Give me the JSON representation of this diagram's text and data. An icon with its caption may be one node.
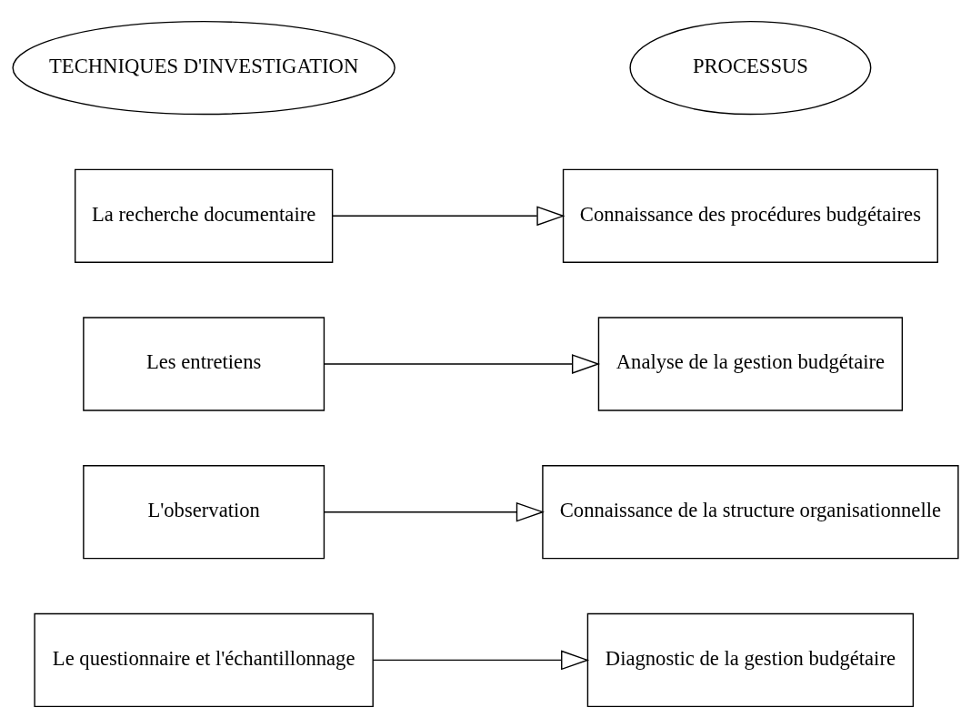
{
  "diagram": {
    "nodes": [
      {
        "text": [
          "TECHNIQUES D'INVESTIGATION"
        ]
      },
      {
        "text": [
          "PROCESSUS"
        ]
      },
      {
        "text": [
          "La recherche documentaire"
        ]
      },
      {
        "text": [
          "Connaissance des procédures budgétaires"
        ]
      },
      {
        "text": [
          "Les entretiens"
        ]
      },
      {
        "text": [
          "Analyse de la gestion budgétaire"
        ]
      },
      {
        "text": [
          "L'observation"
        ]
      },
      {
        "text": [
          "Connaissance de la structure organisationnelle"
        ]
      },
      {
        "text": [
          "Le questionnaire et l'échantillonnage"
        ]
      },
      {
        "text": [
          "Diagnostic de la gestion budgétaire"
        ]
      }
    ],
    "edges": [
      {
        "from": 2,
        "to": 3,
        "arrow": "to"
      },
      {
        "from": 4,
        "to": 5,
        "arrow": "to"
      },
      {
        "from": 6,
        "to": 7,
        "arrow": "to"
      },
      {
        "from": 8,
        "to": 9,
        "arrow": "to"
      }
    ]
  }
}
